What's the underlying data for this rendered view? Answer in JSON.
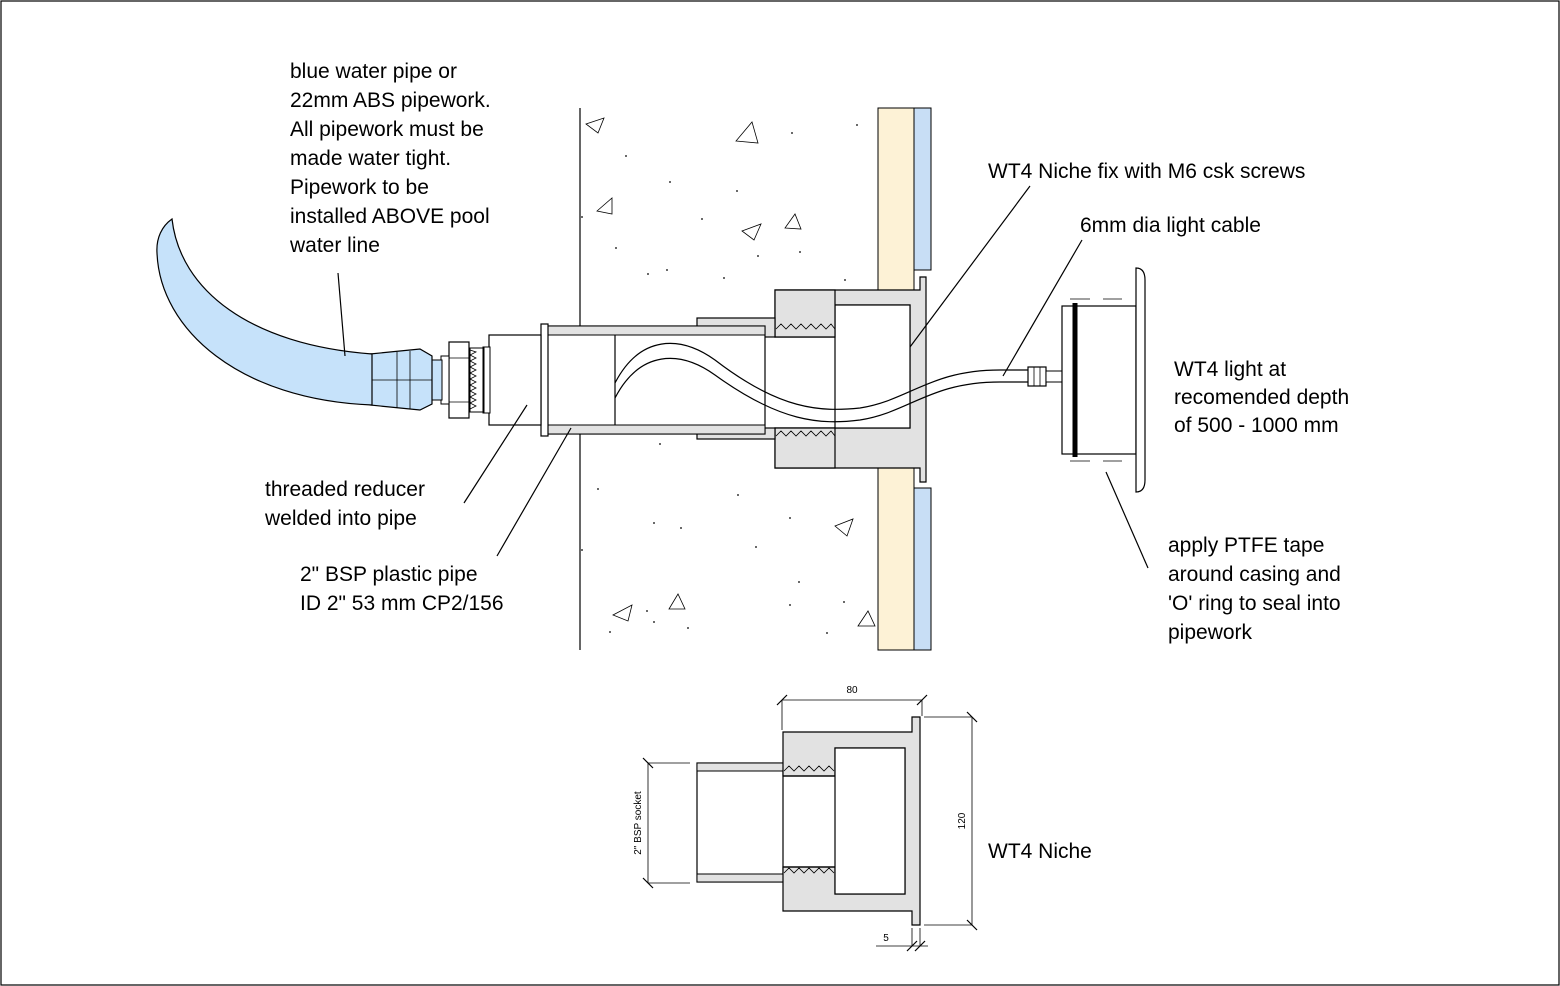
{
  "labels": {
    "water_pipe_note": [
      "blue water pipe or",
      "22mm ABS pipework.",
      "All pipework must be",
      "made water tight.",
      "Pipework to be",
      "installed ABOVE pool",
      "water line"
    ],
    "reducer": [
      "threaded reducer",
      "welded into pipe"
    ],
    "bsp_pipe": [
      "2\" BSP plastic pipe",
      "ID 2\" 53 mm CP2/156"
    ],
    "niche_fix": "WT4 Niche fix with M6 csk screws",
    "cable": "6mm dia light cable",
    "light_depth": [
      "WT4 light at",
      "recomended depth",
      "of 500 - 1000 mm"
    ],
    "ptfe": [
      "apply PTFE tape",
      "around casing and",
      "'O' ring to seal into",
      "pipework"
    ],
    "niche_title": "WT4 Niche"
  },
  "dimensions": {
    "width": "80",
    "height": "120",
    "flange": "5",
    "socket": "2\" BSP socket"
  },
  "colors": {
    "pipe_blue": "#c6e2fa",
    "render_cream": "#fdf2d6",
    "tile_blue": "#c8def5",
    "niche_grey": "#e2e2e2",
    "line": "#000000"
  }
}
